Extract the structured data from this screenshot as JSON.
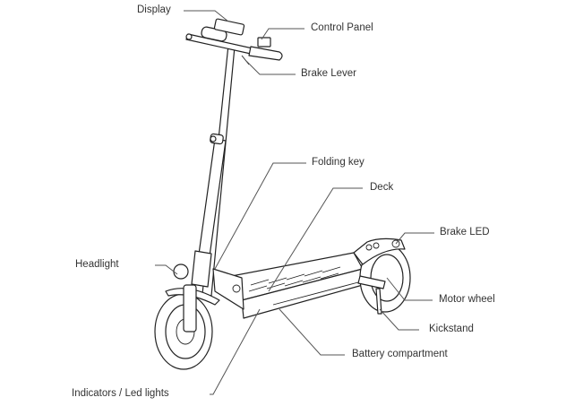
{
  "diagram": {
    "subject": "Electric scooter parts",
    "labels": {
      "display": "Display",
      "control_panel": "Control Panel",
      "brake_lever": "Brake Lever",
      "folding_key": "Folding key",
      "deck": "Deck",
      "brake_led": "Brake LED",
      "headlight": "Headlight",
      "motor_wheel": "Motor wheel",
      "kickstand": "Kickstand",
      "battery_compartment": "Battery compartment",
      "indicators": "Indicators / Led lights"
    },
    "colors": {
      "line": "#222222",
      "text": "#333333",
      "background": "#ffffff"
    }
  }
}
